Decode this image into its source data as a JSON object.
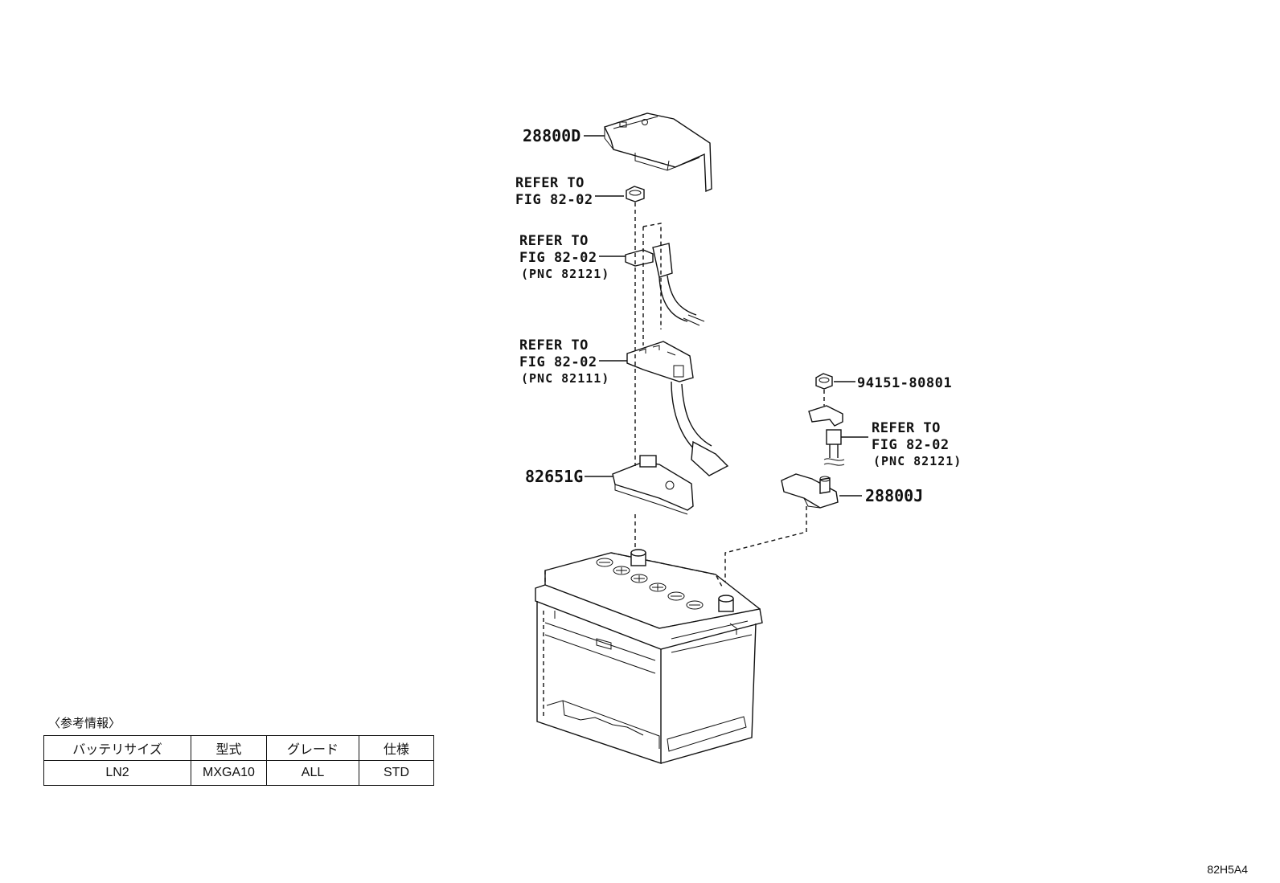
{
  "callouts": {
    "battery_cover": "28800D",
    "nut_ref": [
      "REFER TO",
      "FIG 82-02"
    ],
    "terminal_ref": [
      "REFER TO",
      "FIG 82-02",
      "(PNC 82121)"
    ],
    "fuse_ref": [
      "REFER TO",
      "FIG 82-02",
      "(PNC 82111)"
    ],
    "clamp": "82651G",
    "nut_part": "94151-80801",
    "neg_terminal_ref": [
      "REFER TO",
      "FIG 82-02",
      "(PNC 82121)"
    ],
    "neg_terminal": "28800J"
  },
  "reference_info": {
    "title": "〈参考情報〉",
    "headers": [
      "バッテリサイズ",
      "型式",
      "グレード",
      "仕様"
    ],
    "rows": [
      [
        "LN2",
        "MXGA10",
        "ALL",
        "STD"
      ]
    ]
  },
  "illustration_code": "82H5A4"
}
